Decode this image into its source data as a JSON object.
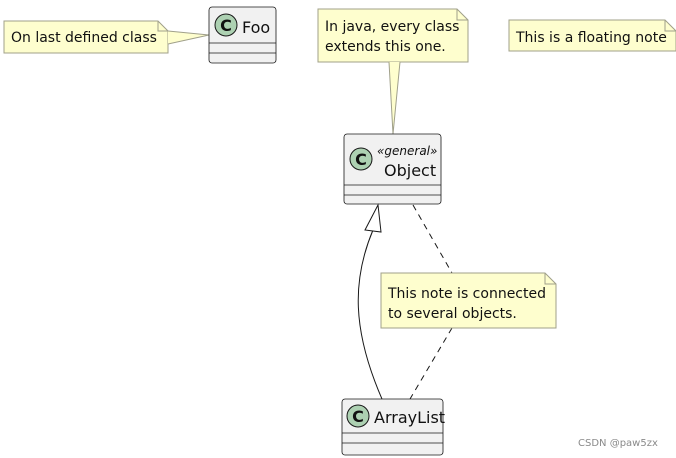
{
  "colors": {
    "class_fill": "#f1f1f1",
    "class_border": "#181818",
    "note_fill": "#fefece",
    "note_border": "#a0a08a",
    "circle_fill": "#add1b2",
    "line": "#181818"
  },
  "classes": {
    "foo": {
      "name": "Foo",
      "badge": "C"
    },
    "object": {
      "name": "Object",
      "stereotype": "«general»",
      "badge": "C"
    },
    "arraylist": {
      "name": "ArrayList",
      "badge": "C"
    }
  },
  "notes": {
    "last_class": {
      "lines": [
        "On last defined class"
      ]
    },
    "java": {
      "lines": [
        "In java, every class",
        "extends this one."
      ]
    },
    "floating": {
      "lines": [
        "This is a floating note"
      ]
    },
    "connected": {
      "lines": [
        "This note is connected",
        "to several objects."
      ]
    }
  },
  "watermark": "CSDN @paw5zx"
}
